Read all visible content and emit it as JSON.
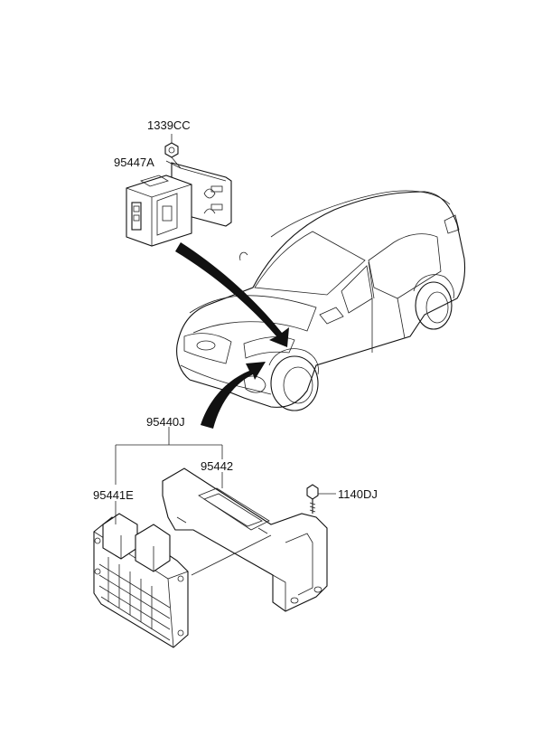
{
  "labels": {
    "nut": "1339CC",
    "relay_bracket": "95447A",
    "ecu_assembly": "95440J",
    "ecu_bracket": "95442",
    "ecu_unit": "95441E",
    "bolt": "1140DJ"
  }
}
